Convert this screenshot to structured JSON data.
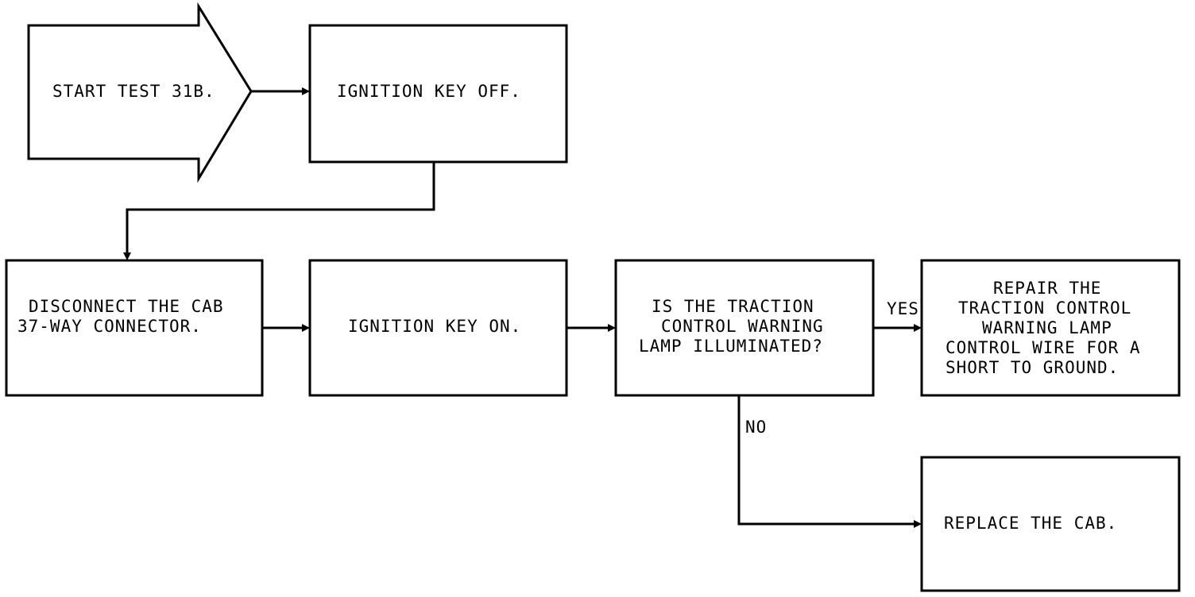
{
  "start": {
    "label": "START TEST 31B."
  },
  "steps": {
    "key_off": "IGNITION KEY OFF.",
    "disconnect": [
      "DISCONNECT THE CAB",
      "37-WAY CONNECTOR."
    ],
    "key_on": "IGNITION KEY ON.",
    "question": [
      "IS THE TRACTION",
      "CONTROL WARNING",
      "LAMP ILLUMINATED?"
    ],
    "repair": [
      "REPAIR THE",
      "TRACTION CONTROL",
      "WARNING LAMP",
      "CONTROL WIRE FOR A",
      "SHORT TO GROUND."
    ],
    "replace": "REPLACE THE CAB."
  },
  "branches": {
    "yes": "YES",
    "no": "NO"
  },
  "colors": {
    "line": "#000000",
    "background": "#ffffff"
  }
}
